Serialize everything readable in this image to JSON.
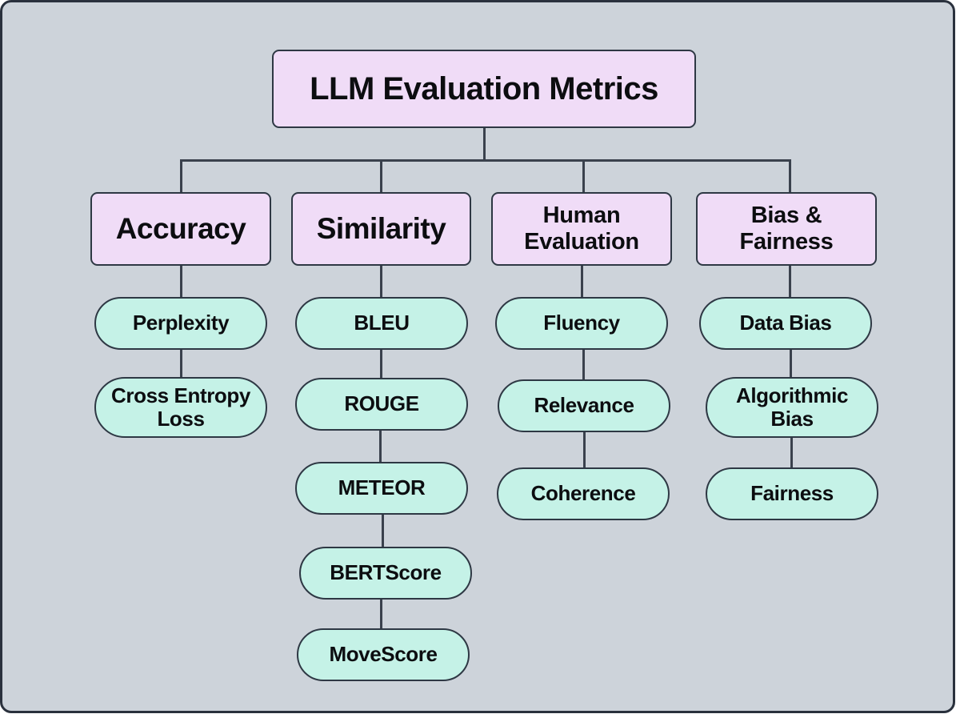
{
  "diagram": {
    "title": "LLM Evaluation Metrics",
    "colors": {
      "canvas_background": "#cdd3da",
      "frame_border": "#2a313d",
      "category_fill": "#f0dcf7",
      "metric_fill": "#c5f2e7",
      "node_border": "#2e3844",
      "connector": "#3a414d",
      "text": "#0c0d10"
    },
    "categories": [
      {
        "label": "Accuracy",
        "metrics": [
          "Perplexity",
          "Cross Entropy\nLoss"
        ]
      },
      {
        "label": "Similarity",
        "metrics": [
          "BLEU",
          "ROUGE",
          "METEOR",
          "BERTScore",
          "MoveScore"
        ]
      },
      {
        "label": "Human\nEvaluation",
        "metrics": [
          "Fluency",
          "Relevance",
          "Coherence"
        ]
      },
      {
        "label": "Bias &\nFairness",
        "metrics": [
          "Data Bias",
          "Algorithmic\nBias",
          "Fairness"
        ]
      }
    ]
  }
}
